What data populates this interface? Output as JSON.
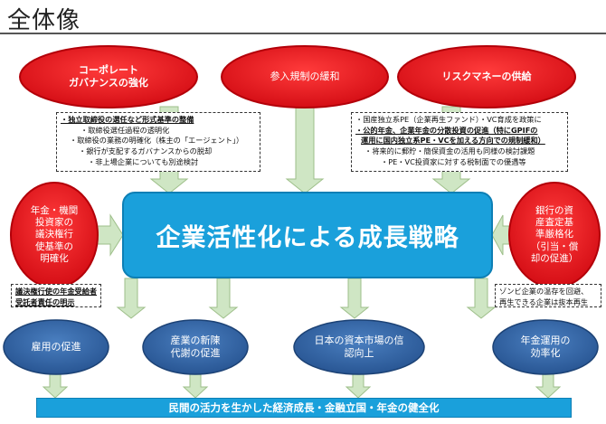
{
  "title": "全体像",
  "top_nodes": [
    {
      "id": "governance",
      "label": "コーポレート\nガバナンスの強化"
    },
    {
      "id": "regulation",
      "label": "参入規制の緩和"
    },
    {
      "id": "risk_money",
      "label": "リスクマネーの供給"
    }
  ],
  "left_node": {
    "label": "年金・機関\n投資家の\n議決権行\n使基準の\n明確化"
  },
  "right_node": {
    "label": "銀行の資\n産査定基\n準厳格化\n（引当・償\n却の促進）"
  },
  "center": {
    "label": "企業活性化による成長戦略"
  },
  "governance_notes": [
    {
      "text": "・独立取締役の選任など形式基準の整備",
      "emph": true
    },
    {
      "text": "・取締役選任過程の透明化",
      "emph": false
    },
    {
      "text": "・取締役の業務の明確化（株主の「エージェント」）",
      "emph": false
    },
    {
      "text": "・銀行が支配するガバナンスからの脱却",
      "emph": false
    },
    {
      "text": "・非上場企業についても別途検討",
      "emph": false
    }
  ],
  "risk_notes": [
    {
      "text": "・国産独立系PE（企業再生ファンド）・VC育成を政策に",
      "emph": false
    },
    {
      "text": "・公的年金、企業年金の分散投資の促進（特にGPIFの",
      "emph": true
    },
    {
      "text": "運用に国内独立系PE・VCを加える方向での規制緩和）",
      "emph": true
    },
    {
      "text": "・将来的に郵貯・簡保資金の活用も同様の検討課題",
      "emph": false
    },
    {
      "text": "・PE・VC投資家に対する税制面での優遇等",
      "emph": false
    }
  ],
  "left_note": [
    "議決権行使の年金受給者",
    "受託者責任の明示"
  ],
  "right_note": [
    "ゾンビ企業の温存を回避、",
    "再生できる企業は抜本再生"
  ],
  "bottom_nodes": [
    {
      "id": "employment",
      "label": "雇用の促進"
    },
    {
      "id": "industry",
      "label": "産業の新陳\n代謝の促進"
    },
    {
      "id": "capital_market",
      "label": "日本の資本市場の信\n認向上"
    },
    {
      "id": "pension",
      "label": "年金運用の\n効率化"
    }
  ],
  "bottom_bar": {
    "label": "民間の活力を生かした経済成長・金融立国・年金の健全化"
  },
  "colors": {
    "red_node": "#e8101a",
    "blue_center": "#1aa0db",
    "navy_node": "#2c5e9e",
    "arrow_fill": "#cfe6c4",
    "arrow_stroke": "#9ebf8a"
  }
}
